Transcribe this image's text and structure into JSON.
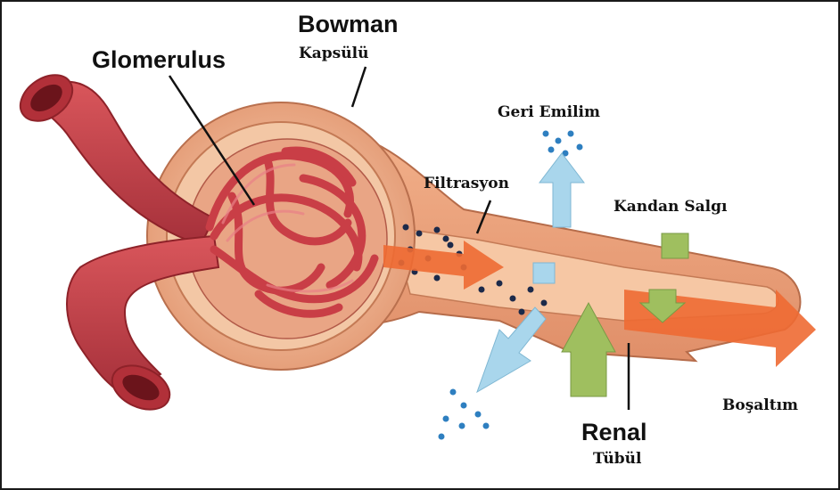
{
  "labels": {
    "glomerulus": "Glomerulus",
    "bowman_title": "Bowman",
    "bowman_sub": "Kapsülü",
    "geri_emilim": "Geri Emilim",
    "filtrasyon": "Filtrasyon",
    "kandan_salgi": "Kandan Salgı",
    "bosaltim": "Boşaltım",
    "renal_title": "Renal",
    "renal_sub": "Tübül"
  },
  "colors": {
    "vessel": "#c9424a",
    "vessel_dark": "#8e2229",
    "capsule": "#e8a27c",
    "capsule_inner": "#f6d2b4",
    "tubule": "#eea07a",
    "lumen": "#f4c09c",
    "arrow_orange": "#ee6a33",
    "arrow_blue": "#a9d6ec",
    "arrow_green": "#9fbf5f",
    "particle_dark": "#1c2a4a",
    "particle_blue": "#2e7fc0",
    "frame": "#1a1a1a"
  }
}
